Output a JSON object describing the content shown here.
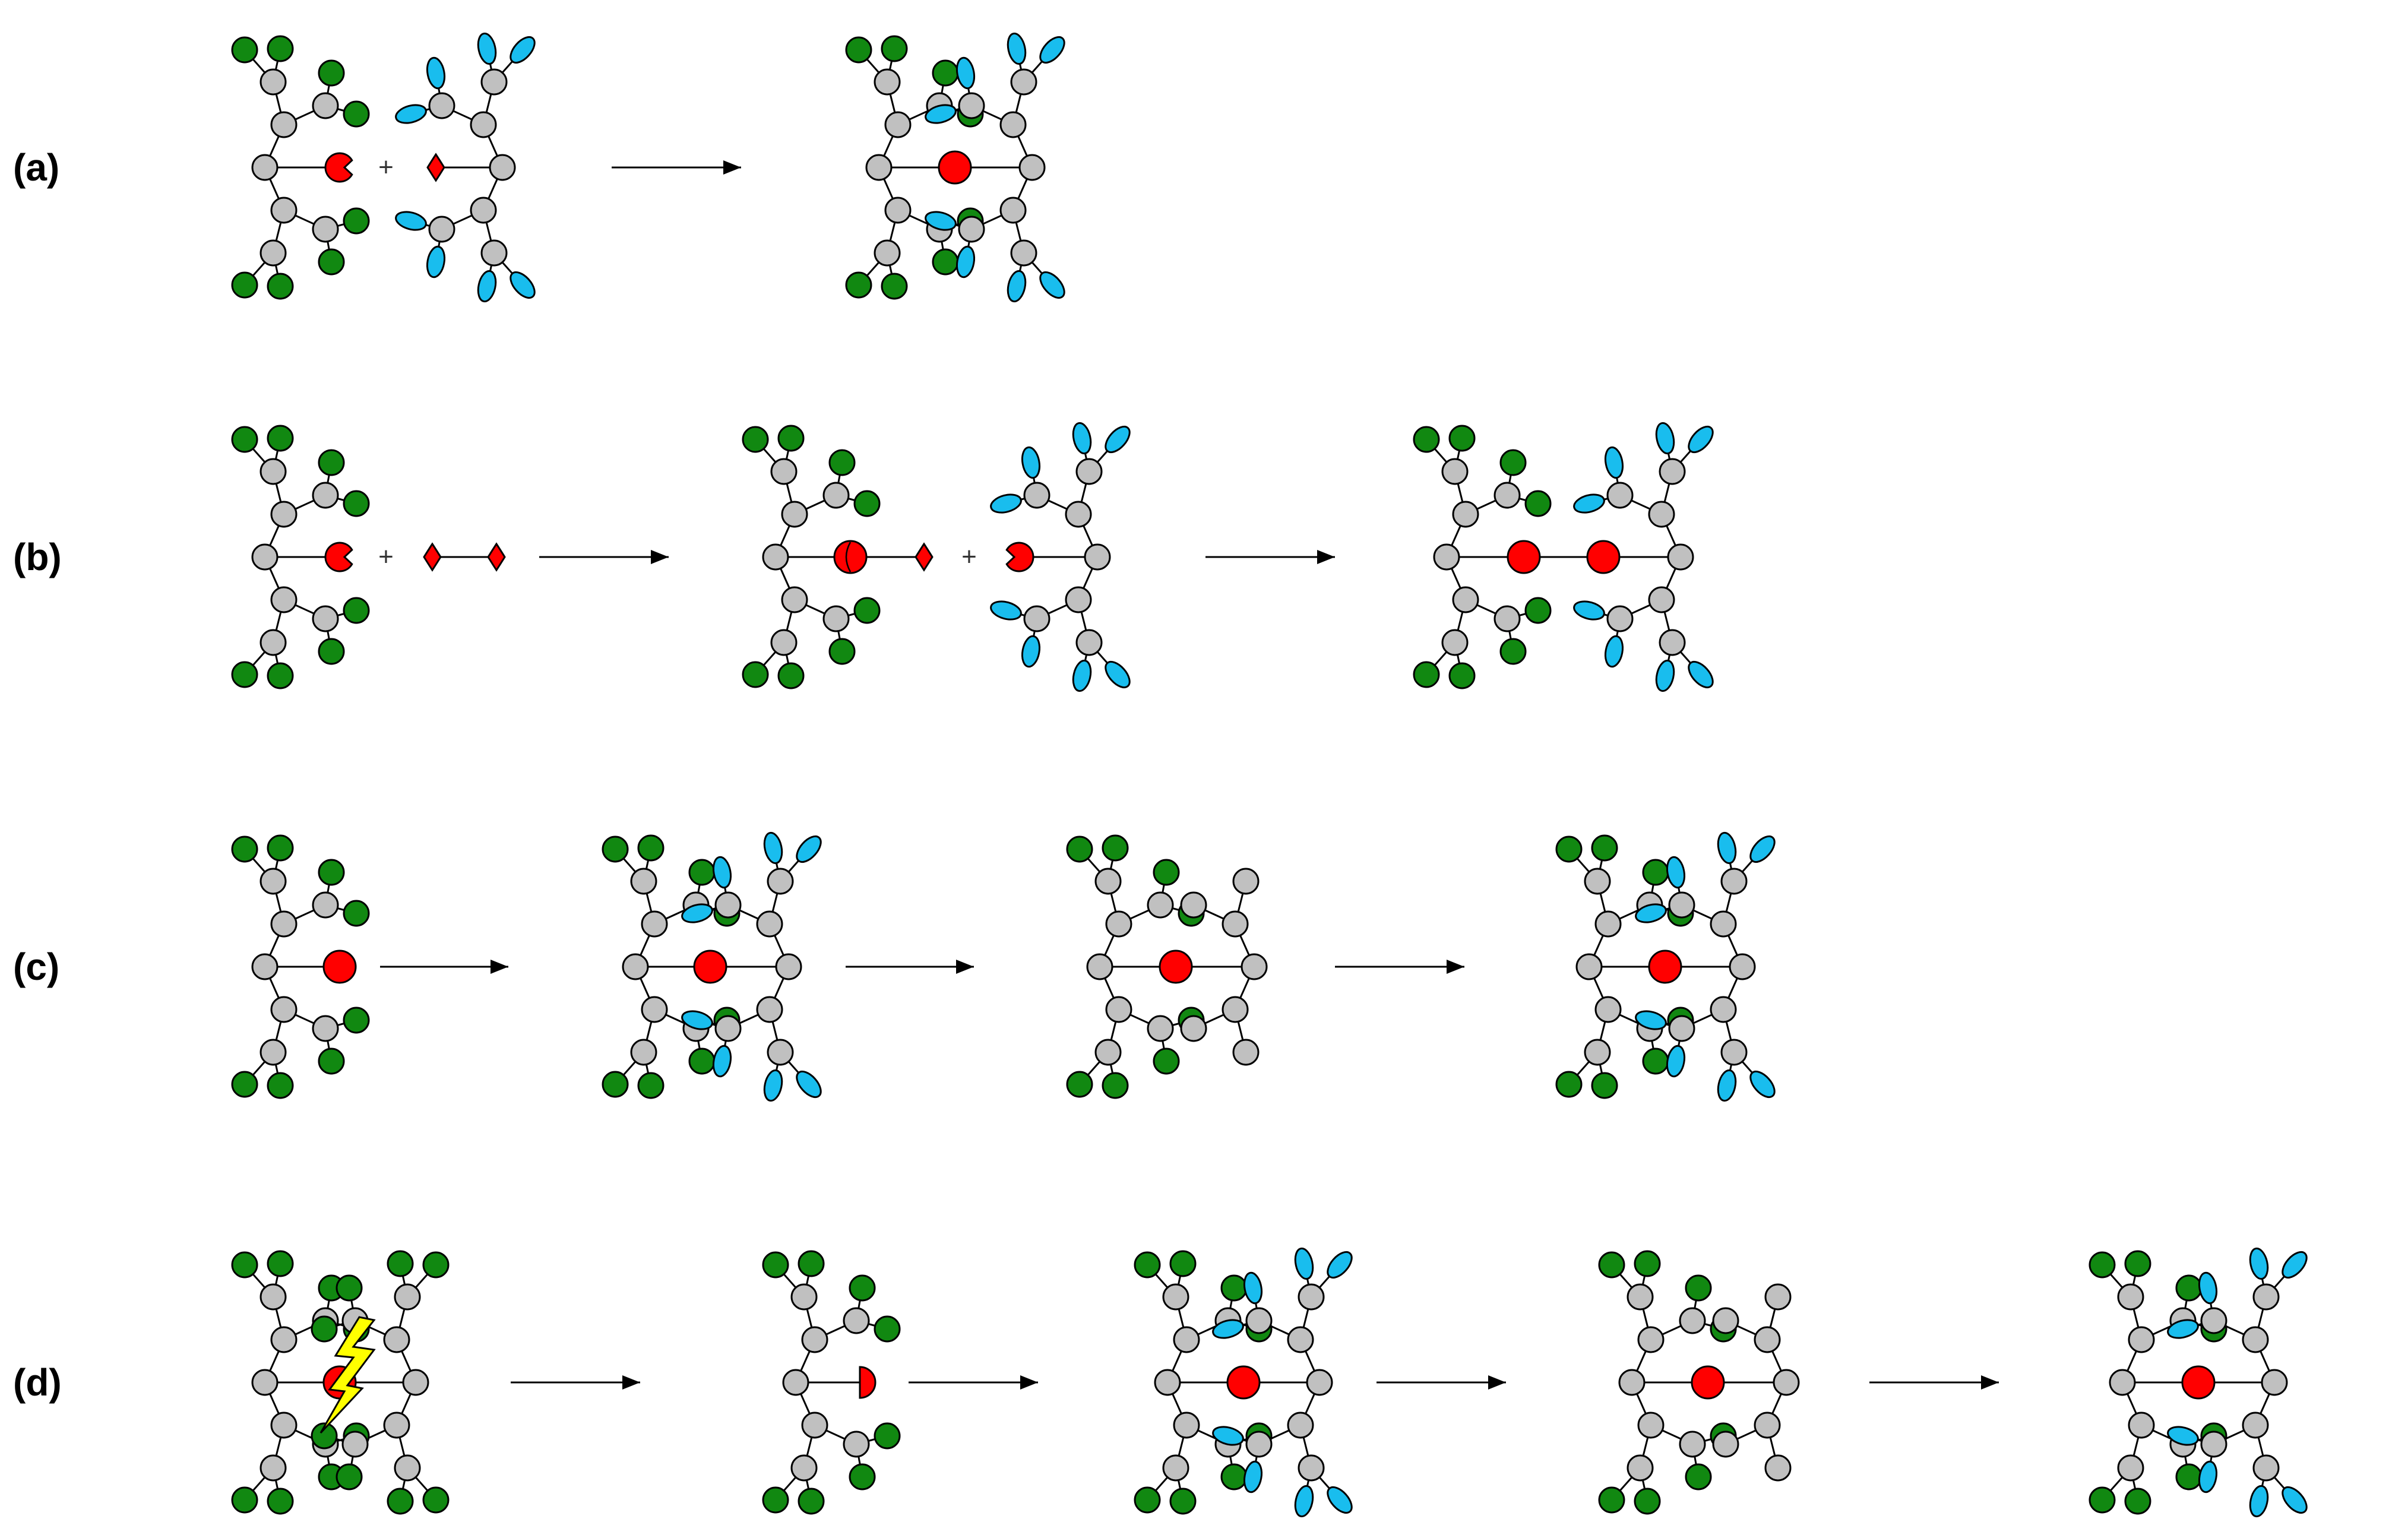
{
  "rows": [
    {
      "label": "(a)",
      "plus_signs": [
        "+"
      ]
    },
    {
      "label": "(b)",
      "plus_signs": [
        "+",
        "+"
      ]
    },
    {
      "label": "(c)",
      "plus_signs": []
    },
    {
      "label": "(d)",
      "plus_signs": []
    }
  ],
  "colors": {
    "core": "#ff0000",
    "branch": "#c0c0c0",
    "terminal_green": "#118811",
    "terminal_blue": "#19bdee",
    "lightning": "#ffff00",
    "stroke": "#000000"
  },
  "icons": {
    "core": "red-core-circle",
    "open_connector": "red-pacman-connector",
    "diamond_connector": "red-diamond-connector",
    "branch": "grey-branch-node",
    "green_end": "green-terminal-circle",
    "blue_end": "blue-terminal-ellipse",
    "cleavage": "lightning-bolt-icon",
    "arrow": "reaction-arrow"
  }
}
